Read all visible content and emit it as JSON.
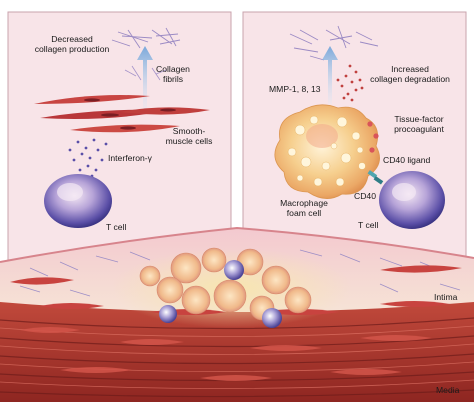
{
  "labels": {
    "decreased_collagen_1": "Decreased",
    "decreased_collagen_2": "collagen production",
    "collagen_fibrils_1": "Collagen",
    "collagen_fibrils_2": "fibrils",
    "smooth_muscle_1": "Smooth-",
    "smooth_muscle_2": "muscle cells",
    "interferon": "Interferon-γ",
    "t_cell_left": "T cell",
    "mmp": "MMP-1, 8, 13",
    "increased_collagen_1": "Increased",
    "increased_collagen_2": "collagen degradation",
    "tissue_factor_1": "Tissue-factor",
    "tissue_factor_2": "procoagulant",
    "cd40_ligand": "CD40 ligand",
    "cd40": "CD40",
    "macrophage_1": "Macrophage",
    "macrophage_2": "foam cell",
    "t_cell_right": "T cell",
    "intima": "Intima",
    "media": "Media"
  },
  "colors": {
    "panel_fill": "#f7e2e6",
    "panel_border": "#c9a3ad",
    "arrow": "#8fb7e0",
    "smooth_muscle": "#c8433f",
    "t_cell": "#6d63b3",
    "foam_cell": "#f3c377",
    "media_band": "#a8322c",
    "plaque": "#f2d9b8"
  }
}
